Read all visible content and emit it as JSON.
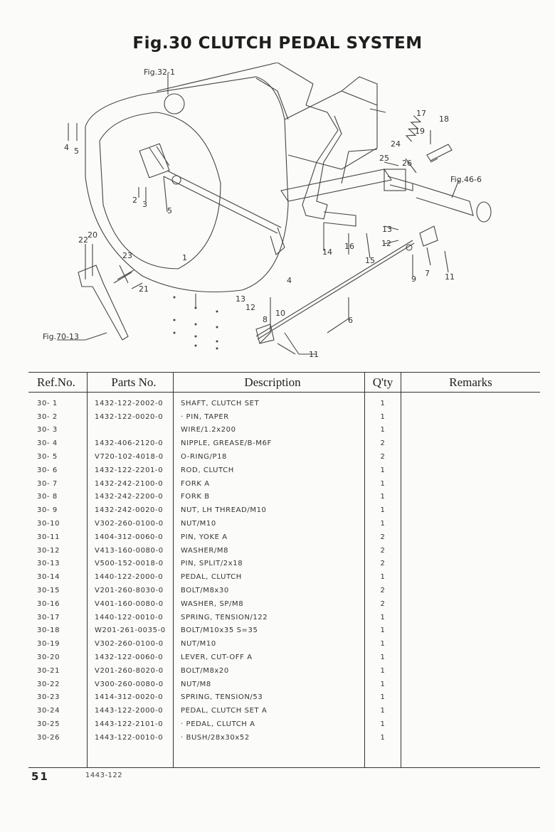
{
  "title": "Fig.30  CLUTCH PEDAL SYSTEM",
  "diagram": {
    "refs": {
      "fig32": "Fig.32-1",
      "fig46": "Fig.46-6",
      "fig70": "Fig.70-13"
    },
    "callouts": [
      "4",
      "5",
      "2",
      "3",
      "5",
      "1",
      "17",
      "18",
      "19",
      "24",
      "25",
      "26",
      "13",
      "12",
      "14",
      "16",
      "15",
      "9",
      "7",
      "11",
      "22",
      "20",
      "23",
      "21",
      "4",
      "13",
      "12",
      "8",
      "10",
      "6",
      "11"
    ]
  },
  "table": {
    "headers": {
      "ref": "Ref.No.",
      "parts": "Parts  No.",
      "desc": "Description",
      "qty": "Q'ty",
      "remarks": "Remarks"
    },
    "rows": [
      {
        "ref": "30- 1",
        "parts": "1432-122-2002-0",
        "desc": "SHAFT, CLUTCH SET",
        "qty": "1"
      },
      {
        "ref": "30- 2",
        "parts": "1432-122-0020-0",
        "desc": "· PIN, TAPER",
        "qty": "1"
      },
      {
        "ref": "30- 3",
        "parts": "",
        "desc": "WIRE/1.2x200",
        "qty": "1"
      },
      {
        "ref": "30- 4",
        "parts": "1432-406-2120-0",
        "desc": "NIPPLE, GREASE/B-M6F",
        "qty": "2"
      },
      {
        "ref": "30- 5",
        "parts": "V720-102-4018-0",
        "desc": "O-RING/P18",
        "qty": "2"
      },
      {
        "ref": "30- 6",
        "parts": "1432-122-2201-0",
        "desc": "ROD, CLUTCH",
        "qty": "1"
      },
      {
        "ref": "30- 7",
        "parts": "1432-242-2100-0",
        "desc": "FORK A",
        "qty": "1"
      },
      {
        "ref": "30- 8",
        "parts": "1432-242-2200-0",
        "desc": "FORK B",
        "qty": "1"
      },
      {
        "ref": "30- 9",
        "parts": "1432-242-0020-0",
        "desc": "NUT, LH THREAD/M10",
        "qty": "1"
      },
      {
        "ref": "30-10",
        "parts": "V302-260-0100-0",
        "desc": "NUT/M10",
        "qty": "1"
      },
      {
        "ref": "30-11",
        "parts": "1404-312-0060-0",
        "desc": "PIN, YOKE A",
        "qty": "2"
      },
      {
        "ref": "30-12",
        "parts": "V413-160-0080-0",
        "desc": "WASHER/M8",
        "qty": "2"
      },
      {
        "ref": "30-13",
        "parts": "V500-152-0018-0",
        "desc": "PIN, SPLIT/2x18",
        "qty": "2"
      },
      {
        "ref": "30-14",
        "parts": "1440-122-2000-0",
        "desc": "PEDAL, CLUTCH",
        "qty": "1"
      },
      {
        "ref": "30-15",
        "parts": "V201-260-8030-0",
        "desc": "BOLT/M8x30",
        "qty": "2"
      },
      {
        "ref": "30-16",
        "parts": "V401-160-0080-0",
        "desc": "WASHER, SP/M8",
        "qty": "2"
      },
      {
        "ref": "30-17",
        "parts": "1440-122-0010-0",
        "desc": "SPRING, TENSION/122",
        "qty": "1"
      },
      {
        "ref": "30-18",
        "parts": "W201-261-0035-0",
        "desc": "BOLT/M10x35 S=35",
        "qty": "1"
      },
      {
        "ref": "30-19",
        "parts": "V302-260-0100-0",
        "desc": "NUT/M10",
        "qty": "1"
      },
      {
        "ref": "30-20",
        "parts": "1432-122-0060-0",
        "desc": "LEVER, CUT-OFF A",
        "qty": "1"
      },
      {
        "ref": "30-21",
        "parts": "V201-260-8020-0",
        "desc": "BOLT/M8x20",
        "qty": "1"
      },
      {
        "ref": "30-22",
        "parts": "V300-260-0080-0",
        "desc": "NUT/M8",
        "qty": "1"
      },
      {
        "ref": "30-23",
        "parts": "1414-312-0020-0",
        "desc": "SPRING, TENSION/53",
        "qty": "1"
      },
      {
        "ref": "30-24",
        "parts": "1443-122-2000-0",
        "desc": "PEDAL, CLUTCH SET A",
        "qty": "1"
      },
      {
        "ref": "30-25",
        "parts": "1443-122-2101-0",
        "desc": "· PEDAL, CLUTCH A",
        "qty": "1"
      },
      {
        "ref": "30-26",
        "parts": "1443-122-0010-0",
        "desc": "· BUSH/28x30x52",
        "qty": "1"
      }
    ]
  },
  "footer": {
    "page_number": "51",
    "doc_code": "1443-122"
  }
}
